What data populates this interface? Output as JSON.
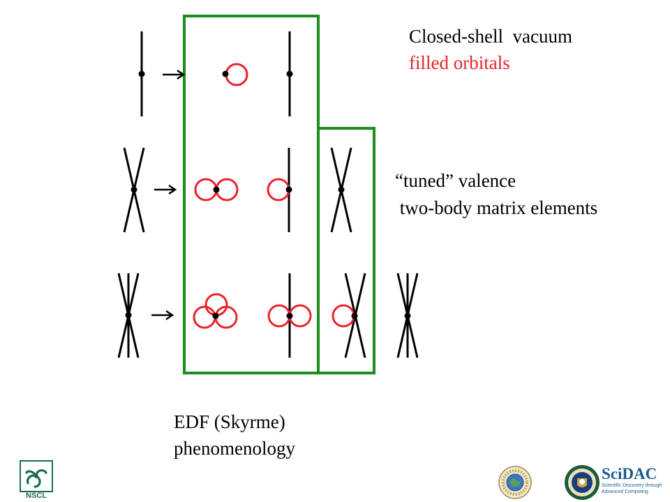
{
  "labels": {
    "closed_shell": "Closed-shell  vacuum",
    "filled_orbitals": "filled orbitals",
    "tuned_valence": "“tuned” valence",
    "two_body": " two-body matrix elements",
    "edf": "EDF (Skyrme)",
    "phenomenology": "phenomenology"
  },
  "logos": {
    "nscl": {
      "caption": "NSCL",
      "icon": "nscl-spiral-logo"
    },
    "nsf": {
      "icon": "nsf-seal-logo"
    },
    "doe": {
      "icon": "doe-seal-logo"
    },
    "scidac": {
      "title": "SciDAC",
      "line1": "Scientific Discovery through",
      "line2": "Advanced Computing"
    }
  },
  "colors": {
    "box_green": "#1e8c1e",
    "orbital_red": "#e8232a",
    "line": "#000000"
  }
}
